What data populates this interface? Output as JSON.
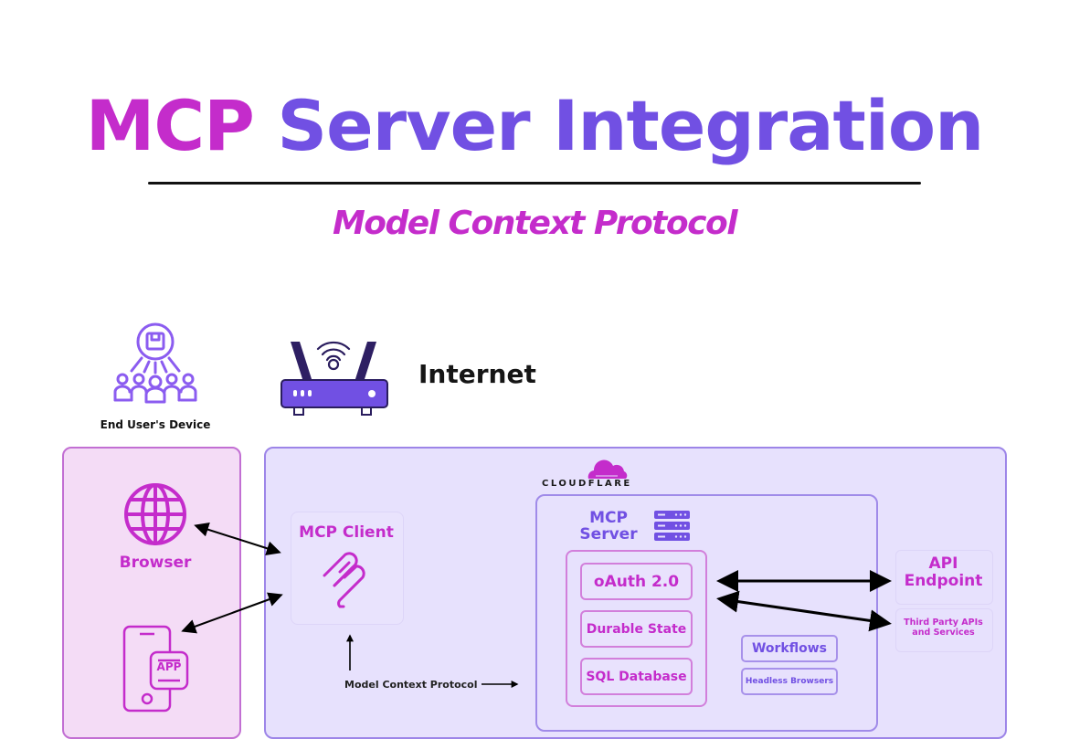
{
  "header": {
    "title_part1": "MCP",
    "title_part2": "Server Integration",
    "subtitle": "Model Context Protocol"
  },
  "top_row": {
    "end_user_label": "End User's Device",
    "internet_label": "Internet"
  },
  "user_panel": {
    "browser_label": "Browser",
    "app_badge": "APP"
  },
  "cloud_panel": {
    "provider_label": "CLOUDFLARE",
    "mcp_client_label": "MCP Client",
    "protocol_label": "Model Context Protocol",
    "mcp_server_line1": "MCP",
    "mcp_server_line2": "Server",
    "services": [
      "oAuth 2.0",
      "Durable State",
      "SQL Database"
    ],
    "tools": [
      "Workflows",
      "Headless Browsers"
    ],
    "api_endpoint_line1": "API",
    "api_endpoint_line2": "Endpoint",
    "third_party_line1": "Third Party APIs",
    "third_party_line2": "and Services"
  },
  "colors": {
    "magenta": "#c42ccb",
    "purple": "#7150e3",
    "user_panel_bg": "#f4dcf6",
    "cloud_panel_bg": "#e7e1fd"
  }
}
